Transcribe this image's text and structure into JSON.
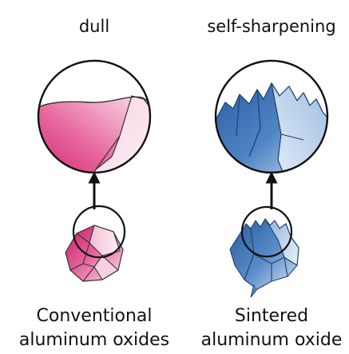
{
  "panels": [
    {
      "top_label": "dull",
      "bottom_label_line1": "Conventional",
      "bottom_label_line2": "aluminum oxides",
      "grain_color": "#d8307a",
      "grain_color_light": "#f7dbe8"
    },
    {
      "top_label": "self-sharpening",
      "bottom_label_line1": "Sintered",
      "bottom_label_line2": "aluminum oxide",
      "grain_color": "#2d66ad",
      "grain_color_light": "#d4e3f4"
    }
  ]
}
